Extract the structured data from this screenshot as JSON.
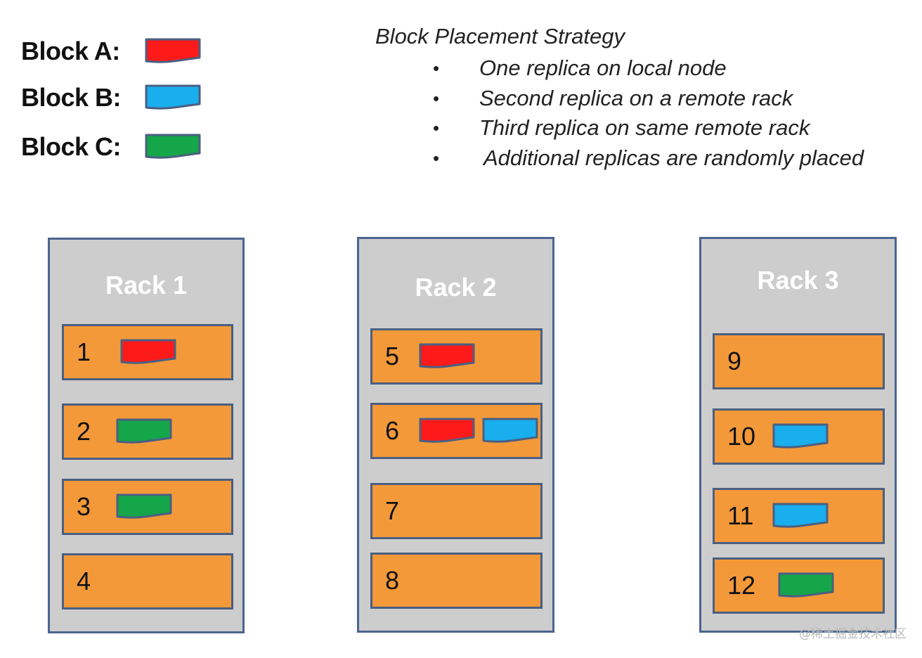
{
  "legend": [
    {
      "label": "Block A:",
      "color": "#ff1a1a"
    },
    {
      "label": "Block B:",
      "color": "#19aeed"
    },
    {
      "label": "Block C:",
      "color": "#16a64a"
    }
  ],
  "strategy": {
    "title": "Block Placement Strategy",
    "bullet_glyph": "•",
    "items": [
      "One replica on local node",
      "Second replica on a remote rack",
      "Third replica on same remote rack",
      "Additional replicas are randomly placed"
    ]
  },
  "racks": [
    {
      "title": "Rack 1",
      "nodes": [
        {
          "number": "1",
          "blocks": [
            "A"
          ]
        },
        {
          "number": "2",
          "blocks": [
            "C"
          ]
        },
        {
          "number": "3",
          "blocks": [
            "C"
          ]
        },
        {
          "number": "4",
          "blocks": []
        }
      ]
    },
    {
      "title": "Rack 2",
      "nodes": [
        {
          "number": "5",
          "blocks": [
            "A"
          ]
        },
        {
          "number": "6",
          "blocks": [
            "A",
            "B"
          ]
        },
        {
          "number": "7",
          "blocks": []
        },
        {
          "number": "8",
          "blocks": []
        }
      ]
    },
    {
      "title": "Rack 3",
      "nodes": [
        {
          "number": "9",
          "blocks": []
        },
        {
          "number": "10",
          "blocks": [
            "B"
          ]
        },
        {
          "number": "11",
          "blocks": [
            "B"
          ]
        },
        {
          "number": "12",
          "blocks": [
            "C"
          ]
        }
      ]
    }
  ],
  "block_colors": {
    "A": "#ff1a1a",
    "B": "#19aeed",
    "C": "#16a64a"
  },
  "block_border_color": "#4a5f82",
  "watermark": "@稀土掘金技术社区"
}
